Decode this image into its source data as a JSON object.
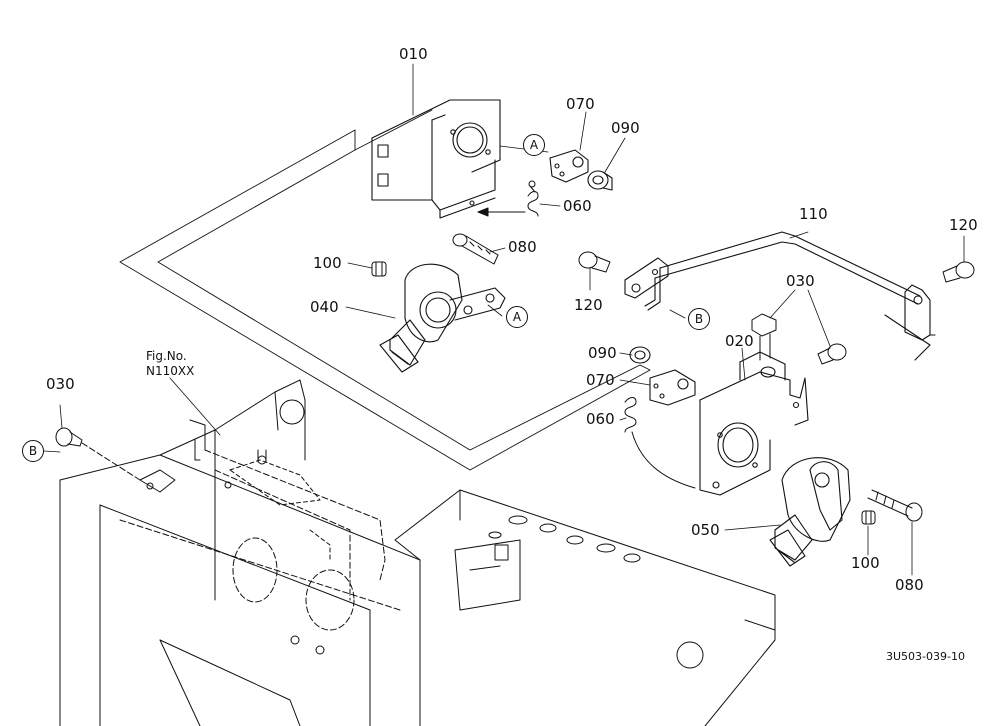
{
  "diagram": {
    "drawing_number": "3U503-039-10",
    "figure_reference": {
      "prefix": "Fig.No.",
      "number": "N110XX"
    },
    "part_numbers": {
      "p010": "010",
      "p020": "020",
      "p030_left": "030",
      "p030_right": "030",
      "p040": "040",
      "p050": "050",
      "p060_top": "060",
      "p060_bottom": "060",
      "p070_top": "070",
      "p070_bottom": "070",
      "p080_top": "080",
      "p080_bottom": "080",
      "p090_top": "090",
      "p090_bottom": "090",
      "p100_top": "100",
      "p100_bottom": "100",
      "p110": "110",
      "p120_left": "120",
      "p120_right": "120"
    },
    "reference_markers": {
      "A_top": "A",
      "A_sensor": "A",
      "B_rod": "B",
      "B_left": "B"
    },
    "line_color": "#111111"
  }
}
